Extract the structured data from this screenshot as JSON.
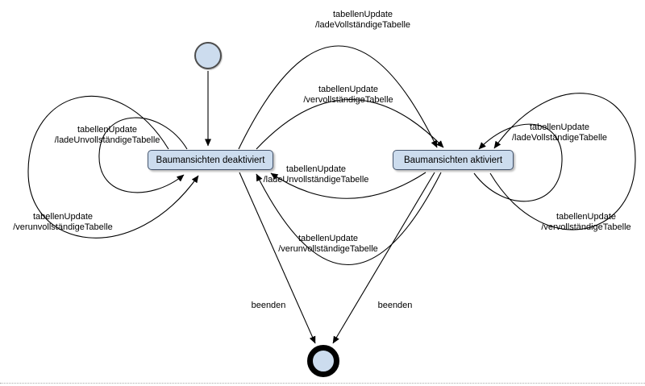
{
  "colors": {
    "state_fill": "#ccdcee",
    "state_border": "#44546c",
    "edge_line": "#000000"
  },
  "states": {
    "deaktiviert": {
      "label": "Baumansichten deaktiviert"
    },
    "aktiviert": {
      "label": "Baumansichten aktiviert"
    }
  },
  "pseudostates": {
    "initial": {
      "name": "initial-state"
    },
    "final": {
      "name": "final-state"
    }
  },
  "transitions": {
    "deakt_to_akt_top": {
      "event": "tabellenUpdate",
      "action": "/ladeVollständigeTabelle"
    },
    "deakt_to_akt_mid": {
      "event": "tabellenUpdate",
      "action": "/vervollständigeTabelle"
    },
    "akt_to_deakt_upper": {
      "event": "tabellenUpdate",
      "action": "/ladeUnvollständigeTabelle"
    },
    "akt_to_deakt_lower": {
      "event": "tabellenUpdate",
      "action": "/verunvollständigeTabelle"
    },
    "deakt_self_inner": {
      "event": "tabellenUpdate",
      "action": "/ladeUnvollständigeTabelle"
    },
    "deakt_self_outer": {
      "event": "tabellenUpdate",
      "action": "/verunvollständigeTabelle"
    },
    "akt_self_inner": {
      "event": "tabellenUpdate",
      "action": "/ladeVollständigeTabelle"
    },
    "akt_self_outer": {
      "event": "tabellenUpdate",
      "action": "/vervollständigeTabelle"
    },
    "deakt_to_final": {
      "event": "beenden"
    },
    "akt_to_final": {
      "event": "beenden"
    }
  }
}
